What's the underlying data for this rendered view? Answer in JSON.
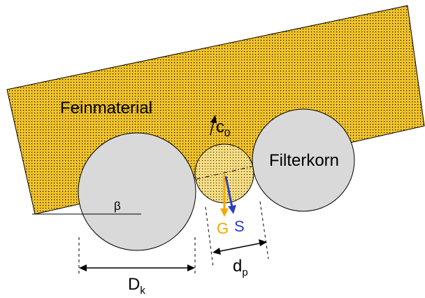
{
  "labels": {
    "fine_material": "Feinmaterial",
    "filter_grain": "Filterkorn",
    "angle": "β",
    "flow_var": "c",
    "flow_sub": "0",
    "gravity": "G",
    "seepage": "S",
    "grain_diam": "D",
    "grain_diam_sub": "k",
    "particle_diam": "d",
    "particle_diam_sub": "p"
  },
  "colors": {
    "fine_material_fill": "#f2c329",
    "dots": "#000000",
    "grain_fill": "#d9d9d9",
    "gravity_arrow": "#f2a900",
    "seepage_arrow": "#2f3fbf",
    "outline": "#000000"
  },
  "icons": {
    "flow_arrow": "arrow-up-icon",
    "gravity_arrow": "arrow-down-icon",
    "seepage_arrow": "arrow-down-right-icon"
  }
}
